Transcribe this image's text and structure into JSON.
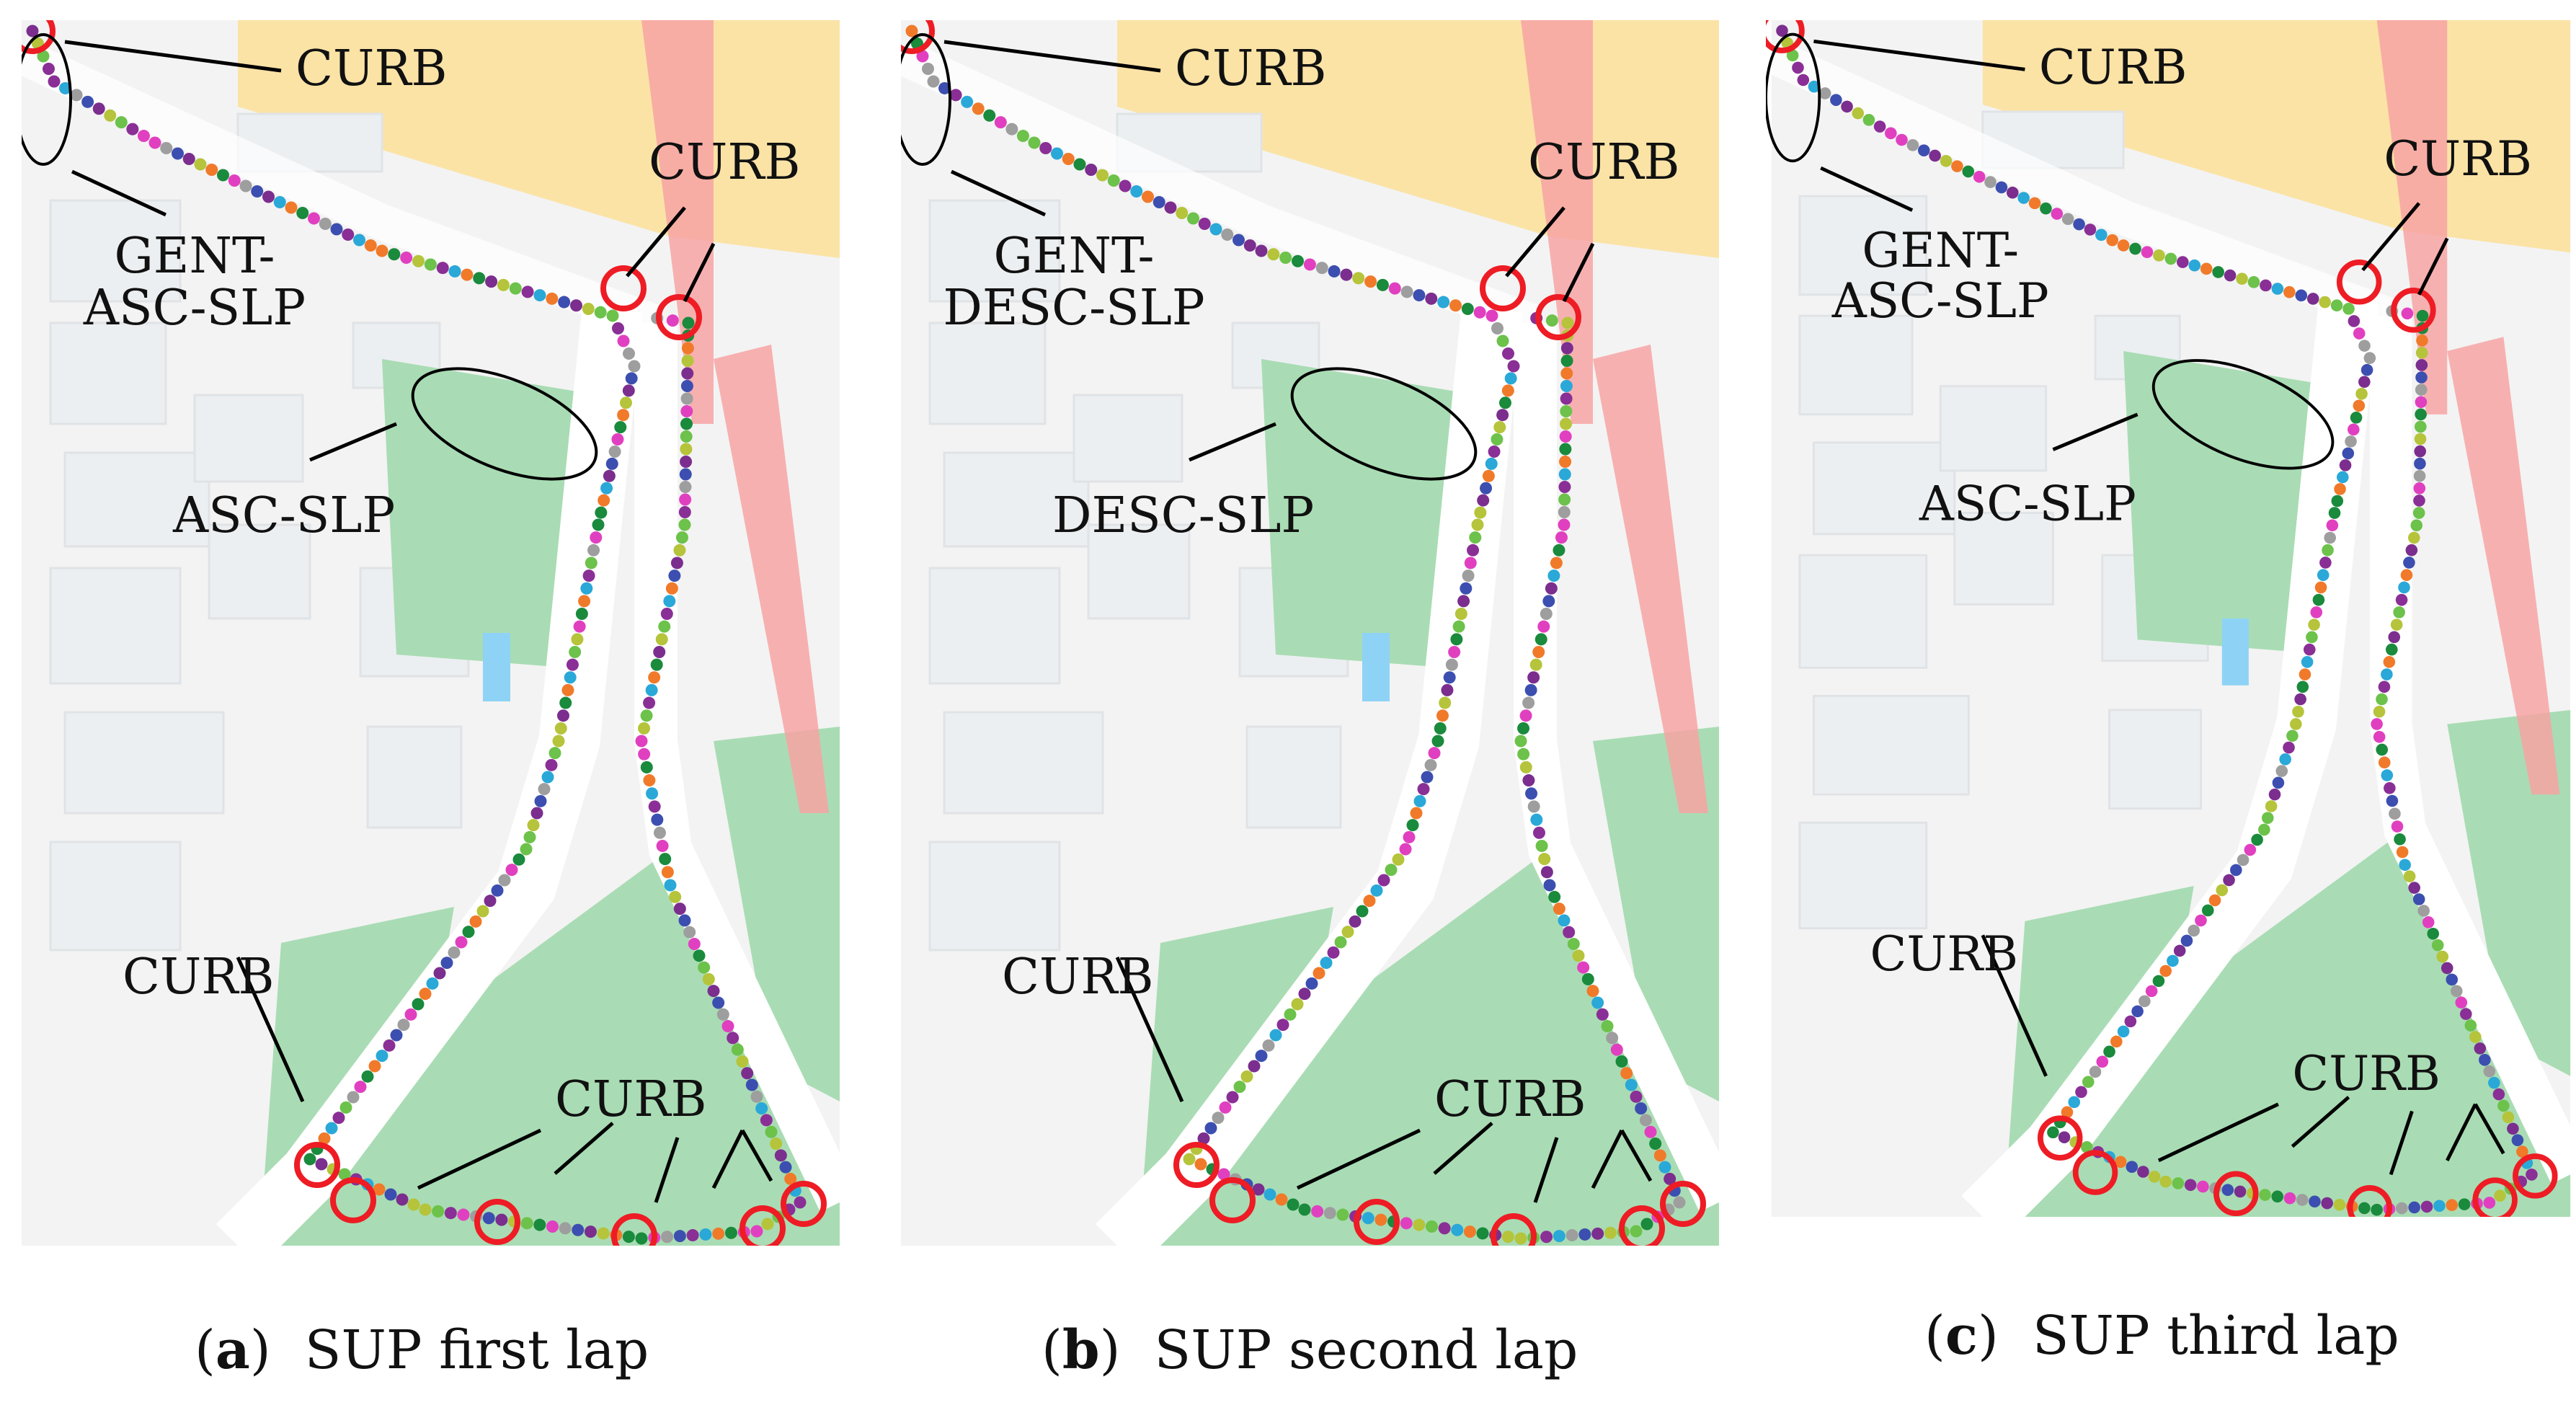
{
  "colors": {
    "park": "#a9dcb4",
    "road": "#ffffff",
    "highway": "#fbe3a6",
    "rail": "#f7a3a3",
    "building": "#eceff1",
    "circle": "#ee1c24",
    "pool": "#8ed3f5"
  },
  "panels": [
    {
      "letter": "a",
      "caption": "SUP first lap",
      "labels": [
        "CURB",
        "CURB",
        "GENT-\nASC-SLP",
        "ASC-SLP",
        "CURB",
        "CURB"
      ]
    },
    {
      "letter": "b",
      "caption": "SUP second lap",
      "labels": [
        "CURB",
        "CURB",
        "GENT-\nDESC-SLP",
        "DESC-SLP",
        "CURB",
        "CURB"
      ]
    },
    {
      "letter": "c",
      "caption": "SUP third lap",
      "labels": [
        "CURB",
        "CURB",
        "GENT-\nASC-SLP",
        "ASC-SLP",
        "CURB",
        "CURB"
      ]
    }
  ]
}
